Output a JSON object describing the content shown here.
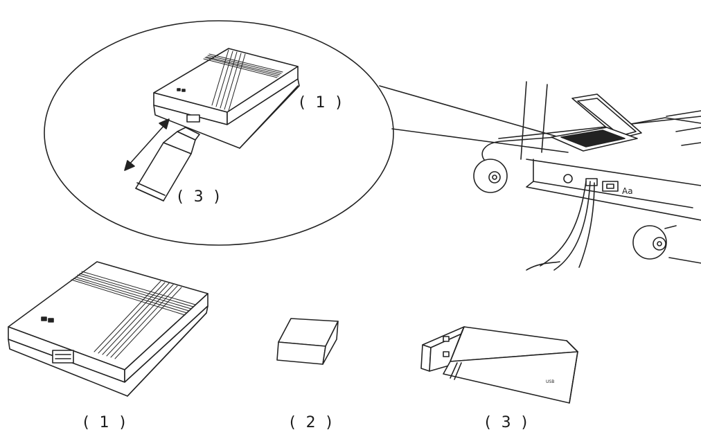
{
  "labels": {
    "zoom_module": "( 1 )",
    "zoom_usb": "( 3 )",
    "item1": "( 1 )",
    "item2": "( 2 )",
    "item3": "( 3 )"
  },
  "usb_text": "USB",
  "colors": {
    "ink": "#222222",
    "background": "#ffffff"
  }
}
